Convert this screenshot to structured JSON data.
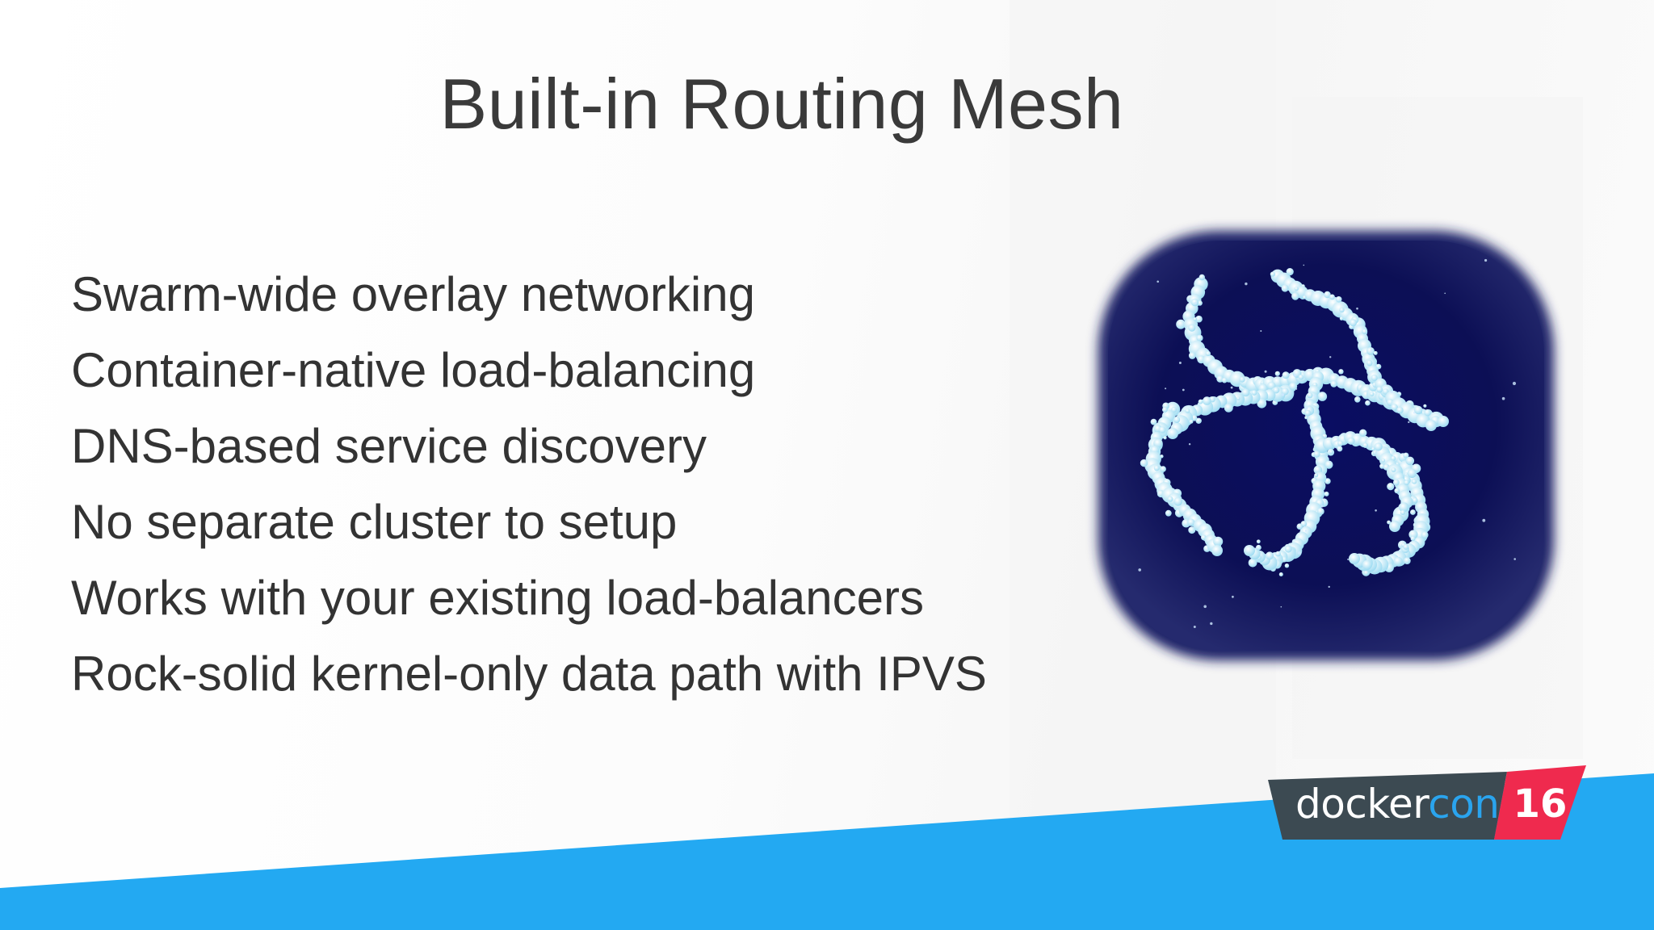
{
  "slide": {
    "title": "Built-in Routing Mesh",
    "bullets": [
      "Swarm-wide overlay networking",
      "Container-native load-balancing",
      "DNS-based service discovery",
      "No separate cluster to setup",
      "Works with your existing load-balancers",
      "Rock-solid kernel-only data path with IPVS"
    ]
  },
  "branding": {
    "logo_word_a": "docker",
    "logo_word_b": "con",
    "logo_year": "16",
    "colors": {
      "banner_blue": "#23a9f2",
      "logo_dark": "#3c4a52",
      "logo_red": "#ef2a4e",
      "logo_con_blue": "#2aa4ee"
    }
  },
  "illustration": {
    "icon": "constellation-mesh-icon",
    "colors": {
      "night_sky": "#0b0f5c",
      "stars": "#bfeaf7"
    }
  }
}
